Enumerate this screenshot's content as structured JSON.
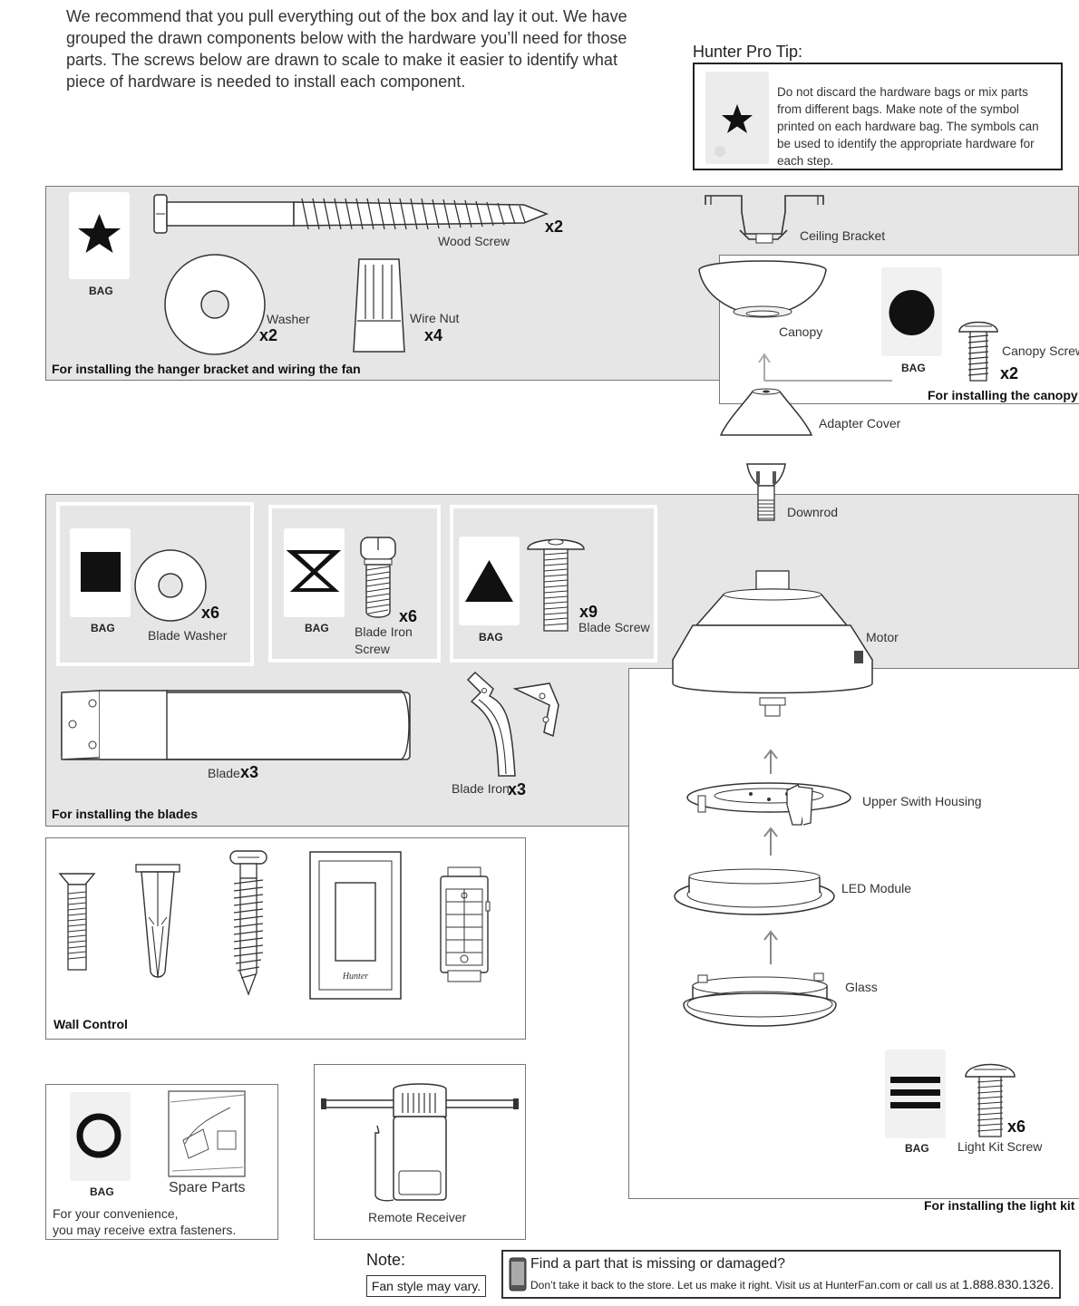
{
  "intro": "We recommend that you pull everything out of the box and lay it out. We have grouped the drawn components below with the hardware you’ll need for those parts. The screws below are drawn to scale to make it easier to identify what piece of hardware is needed to install each component.",
  "pro_tip": {
    "title": "Hunter Pro Tip:",
    "text": "Do not discard the hardware bags or mix parts from different bags. Make note of the symbol printed on each hardware bag. The symbols can be used to identify the appropriate hardware for each step."
  },
  "bag_label": "BAG",
  "hanger_section": {
    "caption": "For installing the hanger bracket and wiring the fan",
    "wood_screw": "Wood Screw",
    "wood_screw_qty": "x2",
    "washer": "Washer",
    "washer_qty": "x2",
    "wire_nut": "Wire Nut",
    "wire_nut_qty": "x4"
  },
  "canopy_section": {
    "ceiling_bracket": "Ceiling Bracket",
    "canopy": "Canopy",
    "canopy_screw": "Canopy Screw",
    "canopy_screw_qty": "x2",
    "caption": "For installing the canopy",
    "adapter_cover": "Adapter Cover",
    "downrod": "Downrod"
  },
  "blades_section": {
    "caption": "For installing the blades",
    "blade_washer": "Blade Washer",
    "blade_washer_qty": "x6",
    "blade_iron_screw_1": "Blade Iron",
    "blade_iron_screw_2": "Screw",
    "blade_iron_screw_qty": "x6",
    "blade_screw": "Blade Screw",
    "blade_screw_qty": "x9",
    "blade": "Blade",
    "blade_qty": "x3",
    "blade_iron": "Blade Iron",
    "blade_iron_qty": "x3"
  },
  "light_section": {
    "motor": "Motor",
    "upper_switch_housing": "Upper Swith Housing",
    "led_module": "LED Module",
    "glass": "Glass",
    "light_kit_screw": "Light Kit Screw",
    "light_kit_screw_qty": "x6",
    "caption": "For installing the light kit"
  },
  "wall_control": {
    "caption": "Wall Control",
    "plate_logo": "Hunter"
  },
  "spare": {
    "label": "Spare Parts",
    "note_1": "For your convenience,",
    "note_2": "you may receive extra fasteners."
  },
  "remote_receiver": "Remote Receiver",
  "note": {
    "title": "Note:",
    "text": "Fan style may vary."
  },
  "missing": {
    "title": "Find a part that is missing or damaged?",
    "text": "Don’t take it back to the store. Let us make it right. Visit us at HunterFan.com or call us at",
    "phone": "1.888.830.1326."
  }
}
